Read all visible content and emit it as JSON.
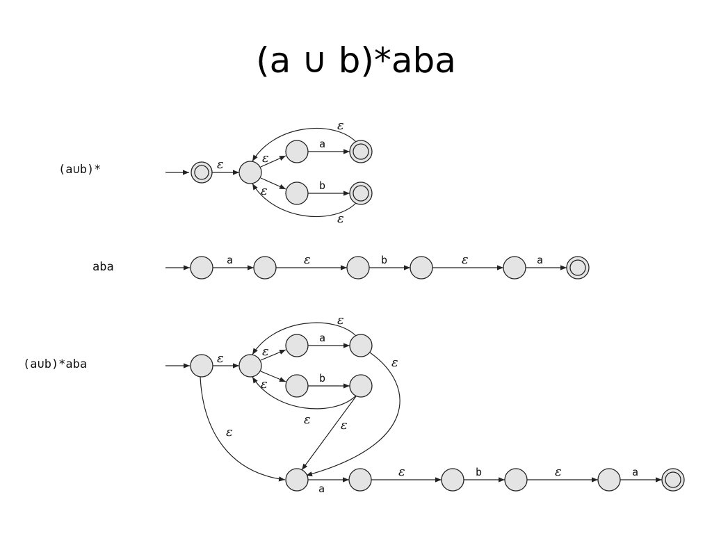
{
  "title": "(a ∪ b)*aba",
  "rows": {
    "row1": {
      "label": "(a∪b)*"
    },
    "row2": {
      "label": "aba"
    },
    "row3": {
      "label": "(a∪b)*aba"
    }
  },
  "symbols": {
    "epsilon": "ε",
    "a": "a",
    "b": "b"
  }
}
